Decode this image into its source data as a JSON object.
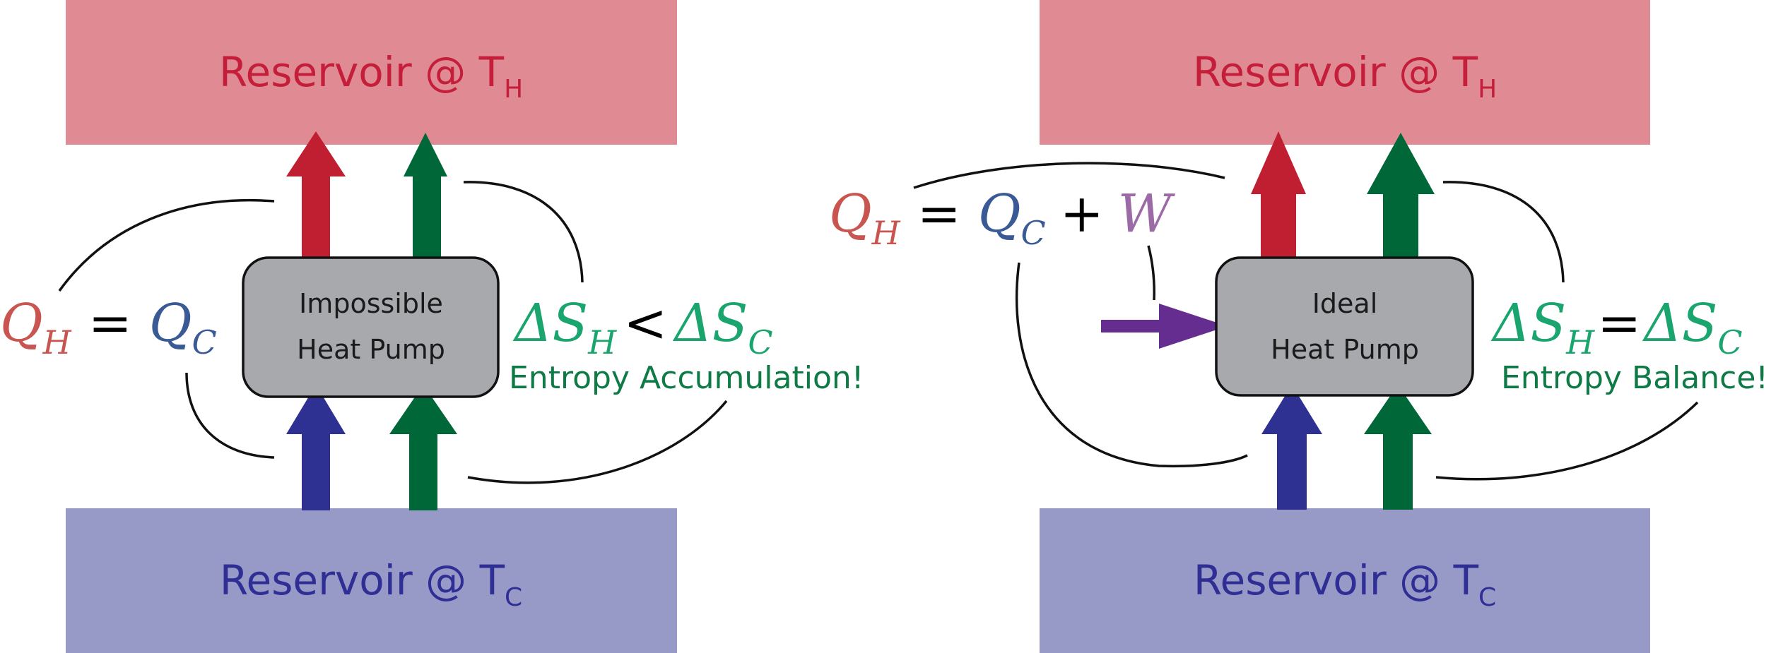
{
  "colors": {
    "hot_reservoir": "#e08b94",
    "cold_reservoir": "#9799c7",
    "hot_text": "#c41e3a",
    "cold_text": "#2e2e94",
    "heat_arrow_hot": "#c01f31",
    "heat_arrow_cold": "#2e3192",
    "entropy_arrow": "#006838",
    "work_arrow": "#662d91",
    "pump_box": "#a7a9ac",
    "q_h": "#c8554f",
    "q_c": "#3a5a96",
    "w": "#9c6aa6",
    "entropy_math": "#1aa56f",
    "entropy_caption": "#0e7a45"
  },
  "left": {
    "hot_reservoir": {
      "label": "Reservoir @ T",
      "sub": "H"
    },
    "cold_reservoir": {
      "label": "Reservoir @ T",
      "sub": "C"
    },
    "pump": {
      "line1": "Impossible",
      "line2": "Heat Pump"
    },
    "energy_eq": {
      "lhs": "Q",
      "lhs_sub": "H",
      "op": "=",
      "rhs": "Q",
      "rhs_sub": "C"
    },
    "entropy_eq": {
      "lhs": "ΔS",
      "lhs_sub": "H",
      "op": "<",
      "rhs": "ΔS",
      "rhs_sub": "C"
    },
    "caption": "Entropy Accumulation!"
  },
  "right": {
    "hot_reservoir": {
      "label": "Reservoir @ T",
      "sub": "H"
    },
    "cold_reservoir": {
      "label": "Reservoir @ T",
      "sub": "C"
    },
    "pump": {
      "line1": "Ideal",
      "line2": "Heat Pump"
    },
    "energy_eq": {
      "lhs": "Q",
      "lhs_sub": "H",
      "op1": "=",
      "mid": "Q",
      "mid_sub": "C",
      "op2": "+",
      "rhs": "W"
    },
    "entropy_eq": {
      "lhs": "ΔS",
      "lhs_sub": "H",
      "op": "=",
      "rhs": "ΔS",
      "rhs_sub": "C"
    },
    "caption": "Entropy Balance!"
  }
}
